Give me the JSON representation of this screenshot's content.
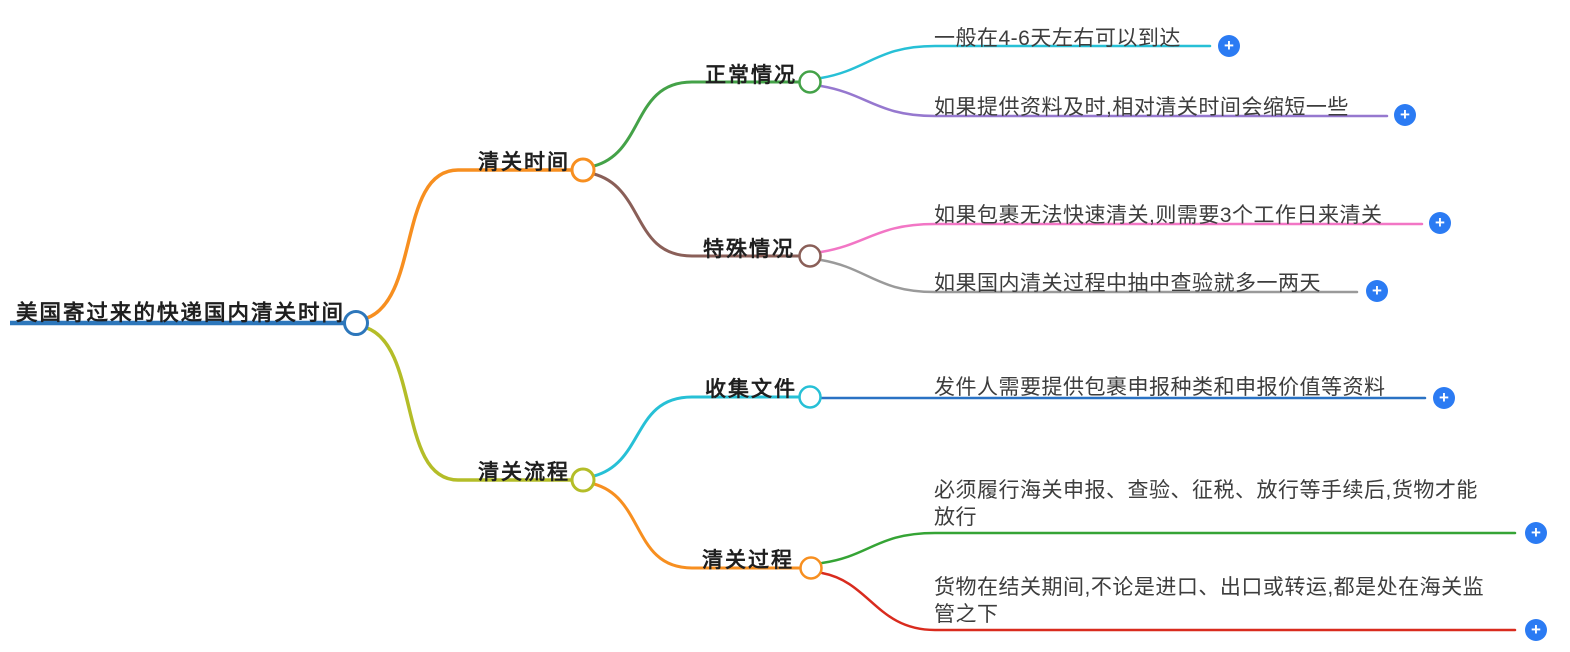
{
  "diagram": {
    "type": "mindmap",
    "background": "#ffffff"
  },
  "plus_button": {
    "symbol": "+",
    "color": "#2b7bf3"
  },
  "root": {
    "label": "美国寄过来的快递国内清关时间",
    "color": "#2d77bb"
  },
  "branches": [
    {
      "label": "清关时间",
      "color": "#f78f20",
      "children": [
        {
          "label": "正常情况",
          "color": "#44a248",
          "leaves": [
            {
              "text": "一般在4-6天左右可以到达",
              "color": "#27c0d6"
            },
            {
              "text": "如果提供资料及时,相对清关时间会缩短一些",
              "color": "#9678cf"
            }
          ]
        },
        {
          "label": "特殊情况",
          "color": "#8a5f58",
          "leaves": [
            {
              "text": "如果包裹无法快速清关,则需要3个工作日来清关",
              "color": "#f276c5"
            },
            {
              "text": "如果国内清关过程中抽中查验就多一两天",
              "color": "#9a9a9a"
            }
          ]
        }
      ]
    },
    {
      "label": "清关流程",
      "color": "#b4bd28",
      "children": [
        {
          "label": "收集文件",
          "color": "#27c0d6",
          "leaves": [
            {
              "text": "发件人需要提供包裹申报种类和申报价值等资料",
              "color": "#2a72c4"
            }
          ]
        },
        {
          "label": "清关过程",
          "color": "#f78f20",
          "leaves": [
            {
              "text": "必须履行海关申报、查验、征税、放行等手续后,货物才能放行",
              "color": "#35a435"
            },
            {
              "text": "货物在结关期间,不论是进口、出口或转运,都是处在海关监管之下",
              "color": "#d92b1e"
            }
          ]
        }
      ]
    }
  ]
}
